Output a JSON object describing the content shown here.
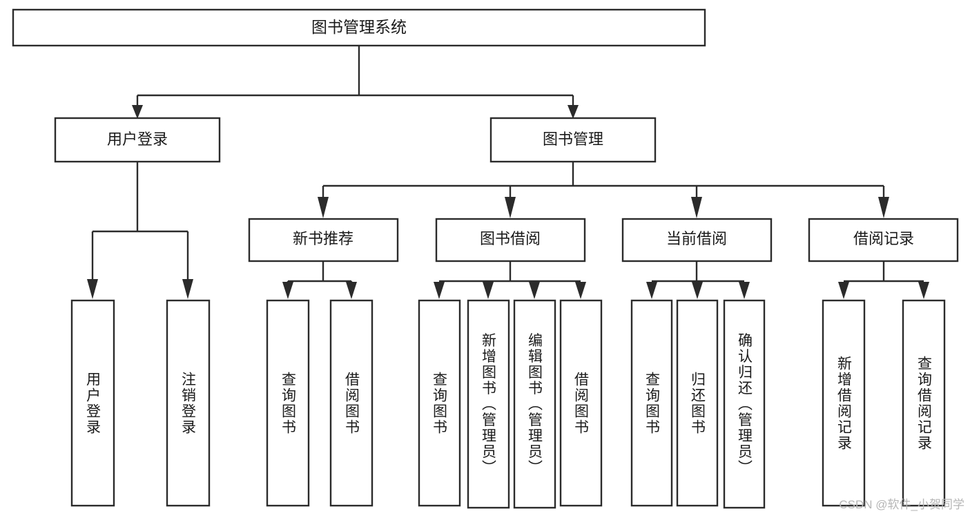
{
  "diagram": {
    "type": "tree",
    "title": "图书管理系统",
    "orientation": "top-down",
    "colors": {
      "background": "#ffffff",
      "box_fill": "#ffffff",
      "box_stroke": "#2b2b2b",
      "text": "#1a1a1a",
      "watermark": "#b6b6b6"
    },
    "root": {
      "label": "图书管理系统",
      "text_orientation": "horizontal"
    },
    "level2": [
      {
        "label": "用户登录",
        "text_orientation": "horizontal"
      },
      {
        "label": "图书管理",
        "text_orientation": "horizontal"
      }
    ],
    "level3": [
      {
        "label": "新书推荐",
        "text_orientation": "horizontal"
      },
      {
        "label": "图书借阅",
        "text_orientation": "horizontal"
      },
      {
        "label": "当前借阅",
        "text_orientation": "horizontal"
      },
      {
        "label": "借阅记录",
        "text_orientation": "horizontal"
      }
    ],
    "leaves": {
      "user_login": [
        {
          "label": "用户登录",
          "text_orientation": "vertical"
        },
        {
          "label": "注销登录",
          "text_orientation": "vertical"
        }
      ],
      "new_book_recommend": [
        {
          "label": "查询图书",
          "text_orientation": "vertical"
        },
        {
          "label": "借阅图书",
          "text_orientation": "vertical"
        }
      ],
      "book_borrow": [
        {
          "label": "查询图书",
          "text_orientation": "vertical"
        },
        {
          "label": "新增图书（管理员）",
          "text_orientation": "vertical"
        },
        {
          "label": "编辑图书（管理员）",
          "text_orientation": "vertical"
        },
        {
          "label": "借阅图书",
          "text_orientation": "vertical"
        }
      ],
      "current_borrow": [
        {
          "label": "查询图书",
          "text_orientation": "vertical"
        },
        {
          "label": "归还图书",
          "text_orientation": "vertical"
        },
        {
          "label": "确认归还（管理员）",
          "text_orientation": "vertical"
        }
      ],
      "borrow_record": [
        {
          "label": "新增借阅记录",
          "text_orientation": "vertical"
        },
        {
          "label": "查询借阅记录",
          "text_orientation": "vertical"
        }
      ]
    }
  },
  "watermark": {
    "text": "CSDN @软件_小贺同学"
  }
}
